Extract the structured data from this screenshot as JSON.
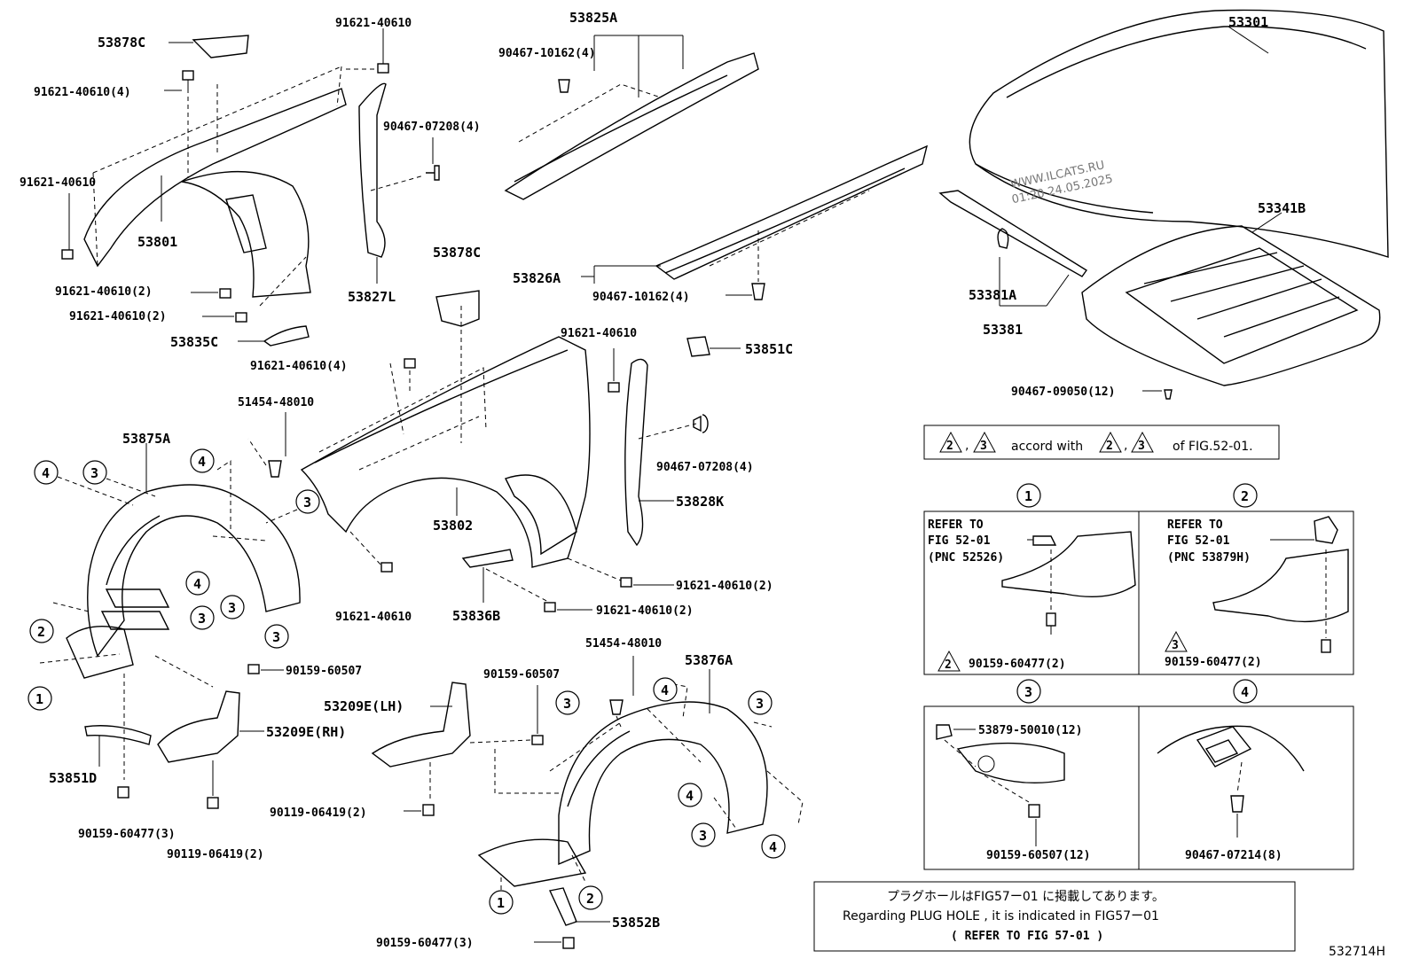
{
  "labels": {
    "p53878C_top": "53878C",
    "p91621_40610_q4_a": "91621-40610(4)",
    "p91621_40610_a": "91621-40610",
    "p91621_40610_b": "91621-40610",
    "p90467_07208_q4_a": "90467-07208(4)",
    "p53801": "53801",
    "p53827L": "53827L",
    "p91621_40610_q2_a": "91621-40610(2)",
    "p91621_40610_q2_b": "91621-40610(2)",
    "p53835C": "53835C",
    "p53825A": "53825A",
    "p90467_10162_q4_a": "90467-10162(4)",
    "p53826A": "53826A",
    "p90467_10162_q4_b": "90467-10162(4)",
    "p53878C_mid": "53878C",
    "p91621_40610_c": "91621-40610",
    "p53851C": "53851C",
    "p91621_40610_q4_b": "91621-40610(4)",
    "p51454_48010_a": "51454-48010",
    "p90467_07208_q4_b": "90467-07208(4)",
    "p53875A": "53875A",
    "p53802": "53802",
    "p53828K": "53828K",
    "p91621_40610_q2_c": "91621-40610(2)",
    "p91621_40610_d": "91621-40610",
    "p53836B": "53836B",
    "p91621_40610_q2_d": "91621-40610(2)",
    "p90159_60507_a": "90159-60507",
    "p53209E_LH": "53209E(LH)",
    "p53209E_RH": "53209E(RH)",
    "p53851D": "53851D",
    "p90159_60477_q3_a": "90159-60477(3)",
    "p90119_06419_q2_a": "90119-06419(2)",
    "p90159_60507_b": "90159-60507",
    "p90119_06419_q2_b": "90119-06419(2)",
    "p51454_48010_b": "51454-48010",
    "p53876A": "53876A",
    "p53852B": "53852B",
    "p90159_60477_q3_b": "90159-60477(3)",
    "p53301": "53301",
    "p53341B": "53341B",
    "p53381A": "53381A",
    "p53381": "53381",
    "p90467_09050_q12": "90467-09050(12)"
  },
  "circle_marks": [
    "1",
    "2",
    "3",
    "4"
  ],
  "triangle_marks": [
    "2",
    "3"
  ],
  "watermark": {
    "line1": "WWW.ILCATS.RU",
    "line2": "01:20 24.05.2025"
  },
  "accord_note": {
    "sep": ",",
    "text": "accord with",
    "tail": "of FIG.52-01."
  },
  "detail_panels": {
    "d1": {
      "number": "1",
      "refer_line1": "REFER TO",
      "refer_line2": "FIG 52-01",
      "refer_line3": "(PNC 52526)",
      "part": "90159-60477(2)"
    },
    "d2": {
      "number": "2",
      "refer_line1": "REFER TO",
      "refer_line2": "FIG 52-01",
      "refer_line3": "(PNC 53879H)",
      "part": "90159-60477(2)"
    },
    "d3": {
      "number": "3",
      "part_a": "53879-50010(12)",
      "part_b": "90159-60507(12)"
    },
    "d4": {
      "number": "4",
      "part": "90467-07214(8)"
    }
  },
  "plug_note": {
    "line1": "プラグホールはFIG57ー01 に掲載してあります。",
    "line2": "Regarding PLUG HOLE , it is indicated in FIG57ー01",
    "line3": "( REFER TO FIG 57-01 )"
  },
  "figure_code": "532714H"
}
